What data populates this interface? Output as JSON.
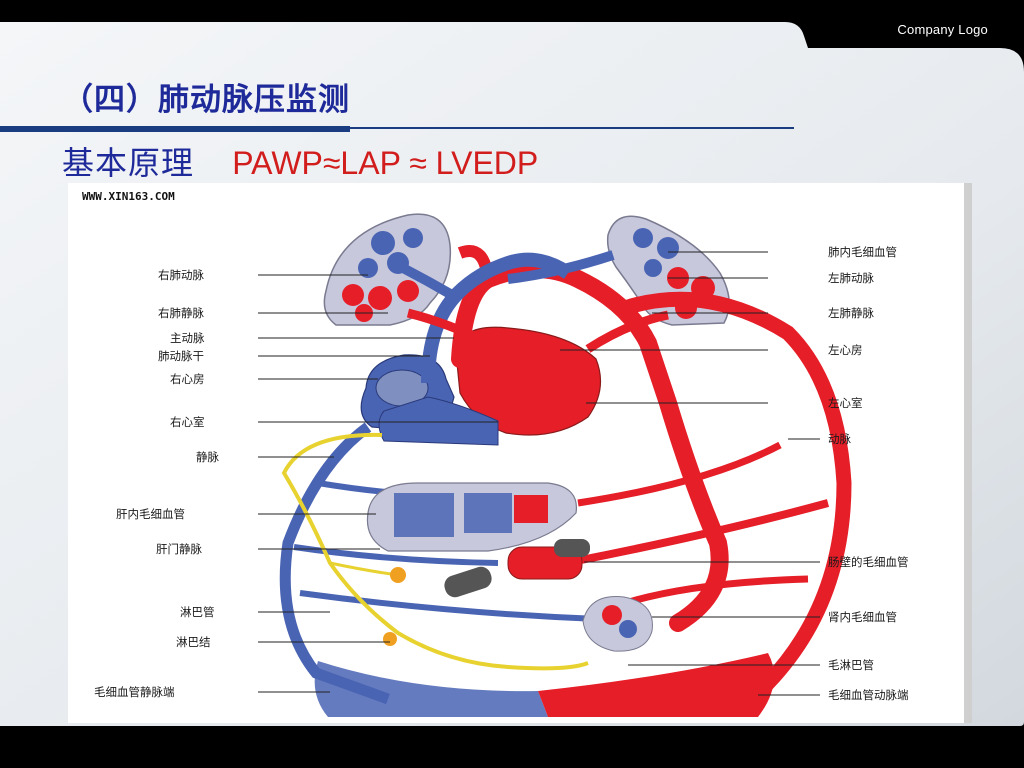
{
  "header": {
    "logo_text": "Company Logo"
  },
  "slide": {
    "title": "（四）肺动脉压监测",
    "subtitle_label": "基本原理",
    "formula": "PAWP≈LAP ≈ LVEDP"
  },
  "diagram": {
    "watermark": "WWW.XIN163.COM",
    "left_labels": [
      "右肺动脉",
      "右肺静脉",
      "主动脉",
      "肺动脉干",
      "右心房",
      "右心室",
      "静脉",
      "肝内毛细血管",
      "肝门静脉",
      "淋巴管",
      "淋巴结",
      "毛细血管静脉端"
    ],
    "right_labels": [
      "肺内毛细血管",
      "左肺动脉",
      "左肺静脉",
      "左心房",
      "左心室",
      "动脉",
      "肠壁的毛细血管",
      "肾内毛细血管",
      "毛淋巴管",
      "毛细血管动脉端"
    ],
    "colors": {
      "artery": "#e61e28",
      "vein": "#4a64b4",
      "lymph": "#e8d230",
      "organ": "#c8c8dc"
    }
  }
}
